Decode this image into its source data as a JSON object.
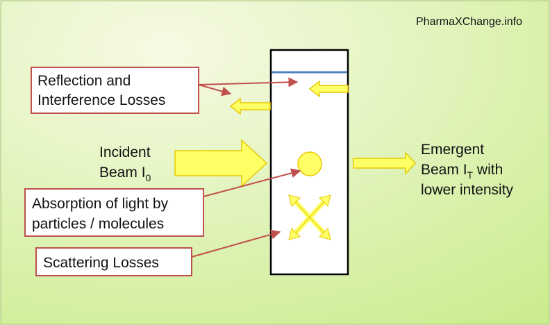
{
  "watermark": "PharmaXChange.info",
  "labels": {
    "reflection_line1": "Reflection and",
    "reflection_line2": "Interference Losses",
    "incident_line1": "Incident",
    "incident_line2_main": "Beam I",
    "incident_line2_sub": "0",
    "absorption_line1": "Absorption of light by",
    "absorption_line2": "particles / molecules",
    "scattering": "Scattering Losses",
    "emergent_line1": "Emergent",
    "emergent_line2_main": "Beam I",
    "emergent_line2_sub": "T",
    "emergent_line2_rest": " with",
    "emergent_line3": "lower intensity"
  },
  "colors": {
    "background_start": "#f6fae4",
    "background_end": "#c9ec8c",
    "box_border": "#c0504d",
    "arrow_line": "#c0504d",
    "beam_fill": "#ffff66",
    "beam_stroke": "#e6c800",
    "cuvette_border": "#000000",
    "cuvette_fill": "#ffffff",
    "liquid_line": "#4f81bd"
  }
}
